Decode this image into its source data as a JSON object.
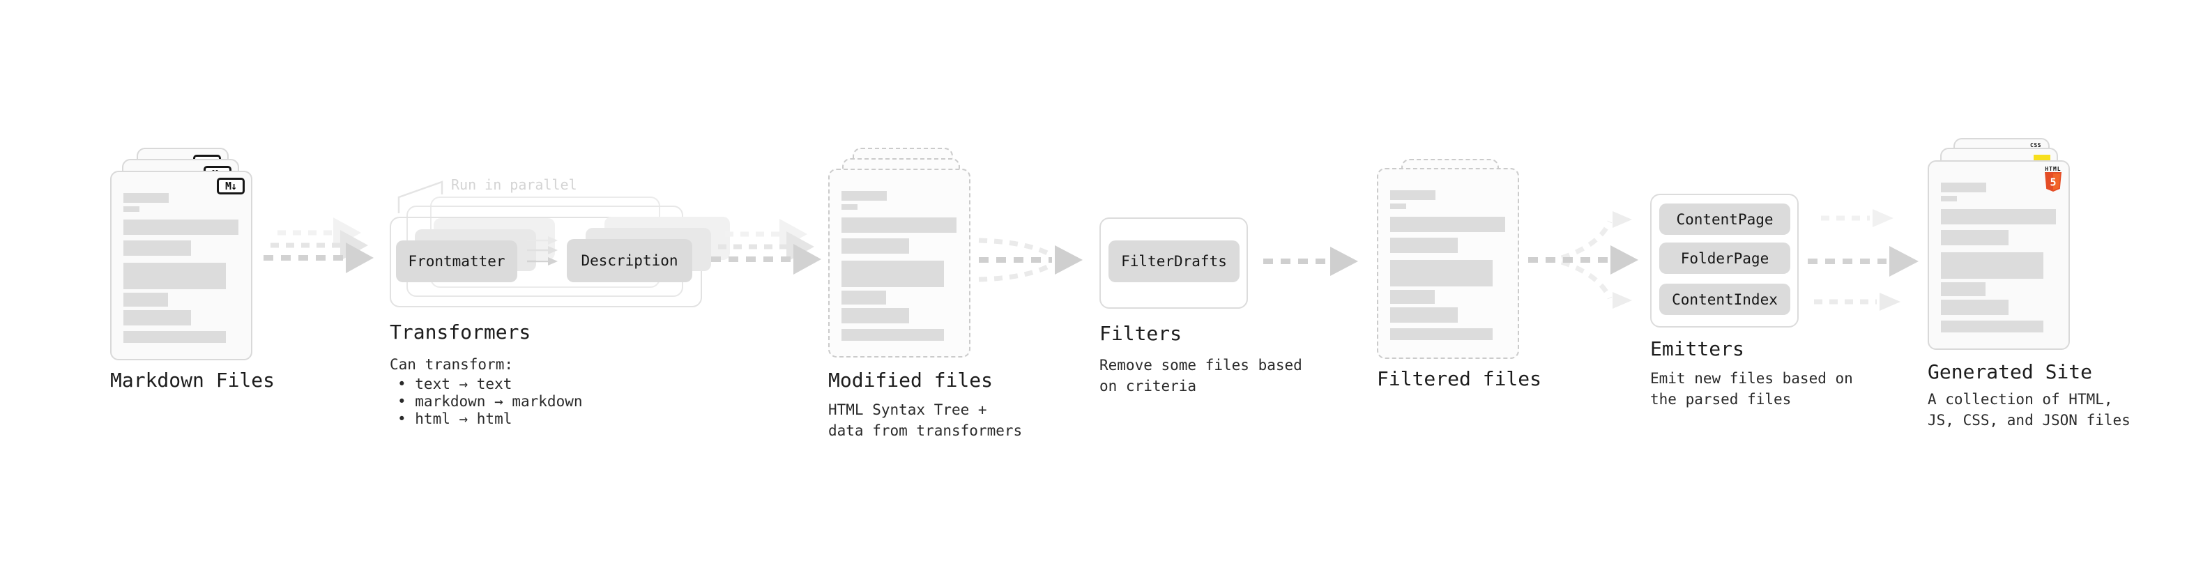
{
  "diagram": {
    "markdown": {
      "label": "Markdown Files",
      "badge": "M↓"
    },
    "transformers": {
      "label": "Transformers",
      "annotation": "Run in parallel",
      "pill_left": "Frontmatter",
      "pill_right": "Description",
      "desc": "Can transform:",
      "bullets": [
        "• text → text",
        "• markdown → markdown",
        "• html → html"
      ]
    },
    "modified": {
      "label": "Modified files",
      "desc1": "HTML Syntax Tree +",
      "desc2": "data from transformers"
    },
    "filters": {
      "label": "Filters",
      "pill": "FilterDrafts",
      "desc1": "Remove some files based",
      "desc2": "on criteria"
    },
    "filtered": {
      "label": "Filtered files"
    },
    "emitters": {
      "label": "Emitters",
      "pills": [
        "ContentPage",
        "FolderPage",
        "ContentIndex"
      ],
      "desc1": "Emit new files based on",
      "desc2": "the parsed files"
    },
    "site": {
      "label": "Generated Site",
      "desc1": "A collection of HTML,",
      "desc2": "JS, CSS, and JSON files",
      "css_label": "CSS",
      "html_label": "HTML",
      "html_number": "5"
    }
  },
  "colors": {
    "html5_orange": "#E44D26",
    "html5_orange_light": "#F16529",
    "js_yellow": "#F7DF1E",
    "css_blue": "#2563EB",
    "bar_gray": "#DCDCDC",
    "pill_gray": "#DBDBDB",
    "text_dark": "#1C1C1C",
    "annotation_gray": "#D4D4D4"
  }
}
